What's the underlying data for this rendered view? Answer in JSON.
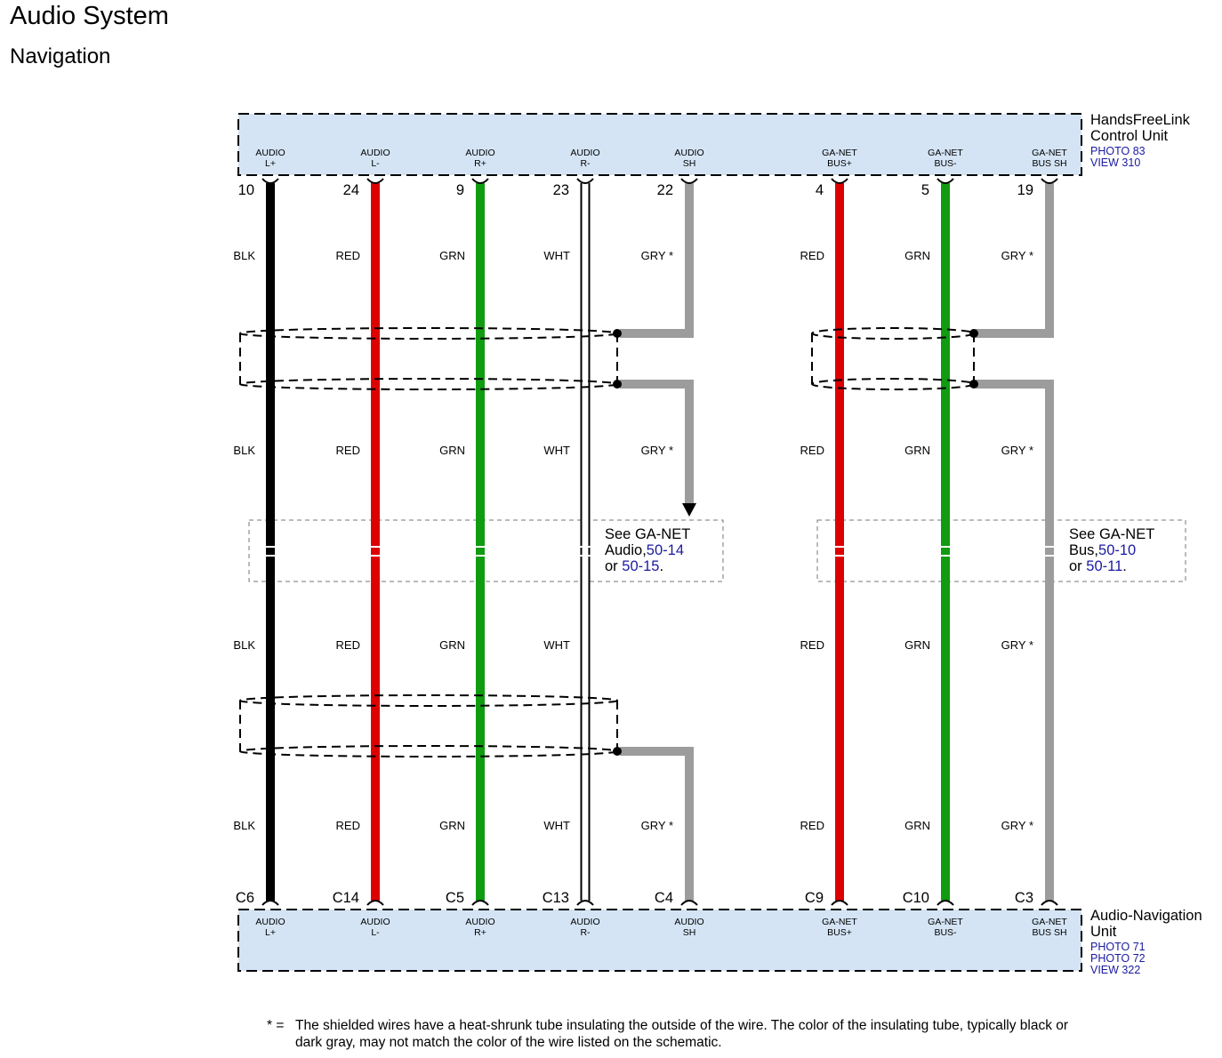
{
  "title": "Audio System",
  "subtitle": "Navigation",
  "top_unit": {
    "name_lines": [
      "HandsFreeLink",
      "Control Unit"
    ],
    "refs": [
      "PHOTO 83",
      "VIEW 310"
    ]
  },
  "bottom_unit": {
    "name_lines": [
      "Audio-Navigation",
      "Unit"
    ],
    "refs": [
      "PHOTO 71",
      "PHOTO 72",
      "VIEW 322"
    ]
  },
  "colors": {
    "unit_fill": "#d4e4f5",
    "BLK": "#000000",
    "RED": "#dd0000",
    "GRN": "#109b10",
    "WHT": "#ffffff",
    "GRY": "#9c9c9c",
    "link": "#1a1aa0"
  },
  "wires": [
    {
      "name_top": "AUDIO",
      "name_bottom": "L+",
      "top_pin": "10",
      "bottom_pin": "C6",
      "color": "BLK",
      "label": "BLK"
    },
    {
      "name_top": "AUDIO",
      "name_bottom": "L-",
      "top_pin": "24",
      "bottom_pin": "C14",
      "color": "RED",
      "label": "RED"
    },
    {
      "name_top": "AUDIO",
      "name_bottom": "R+",
      "top_pin": "9",
      "bottom_pin": "C5",
      "color": "GRN",
      "label": "GRN"
    },
    {
      "name_top": "AUDIO",
      "name_bottom": "R-",
      "top_pin": "23",
      "bottom_pin": "C13",
      "color": "WHT",
      "label": "WHT"
    },
    {
      "name_top": "AUDIO",
      "name_bottom": "SH",
      "top_pin": "22",
      "bottom_pin": "C4",
      "color": "GRY",
      "label": "GRY *"
    },
    {
      "name_top": "GA-NET",
      "name_bottom": "BUS+",
      "top_pin": "4",
      "bottom_pin": "C9",
      "color": "RED",
      "label": "RED"
    },
    {
      "name_top": "GA-NET",
      "name_bottom": "BUS-",
      "top_pin": "5",
      "bottom_pin": "C10",
      "color": "GRN",
      "label": "GRN"
    },
    {
      "name_top": "GA-NET",
      "name_bottom": "BUS SH",
      "top_pin": "19",
      "bottom_pin": "C3",
      "color": "GRY",
      "label": "GRY *"
    }
  ],
  "notes": [
    {
      "lines": [
        "See GA-NET",
        "Audio,",
        "or "
      ],
      "links": [
        "50-14",
        "50-15"
      ]
    },
    {
      "lines": [
        "See GA-NET",
        "Bus,",
        "or "
      ],
      "links": [
        "50-10",
        "50-11"
      ]
    }
  ],
  "footnote": {
    "mark": "* =",
    "text": "The shielded wires have a heat-shrunk tube insulating the outside of the wire. The color of the insulating tube, typically black or dark gray, may not match the color of the wire listed on the schematic."
  }
}
